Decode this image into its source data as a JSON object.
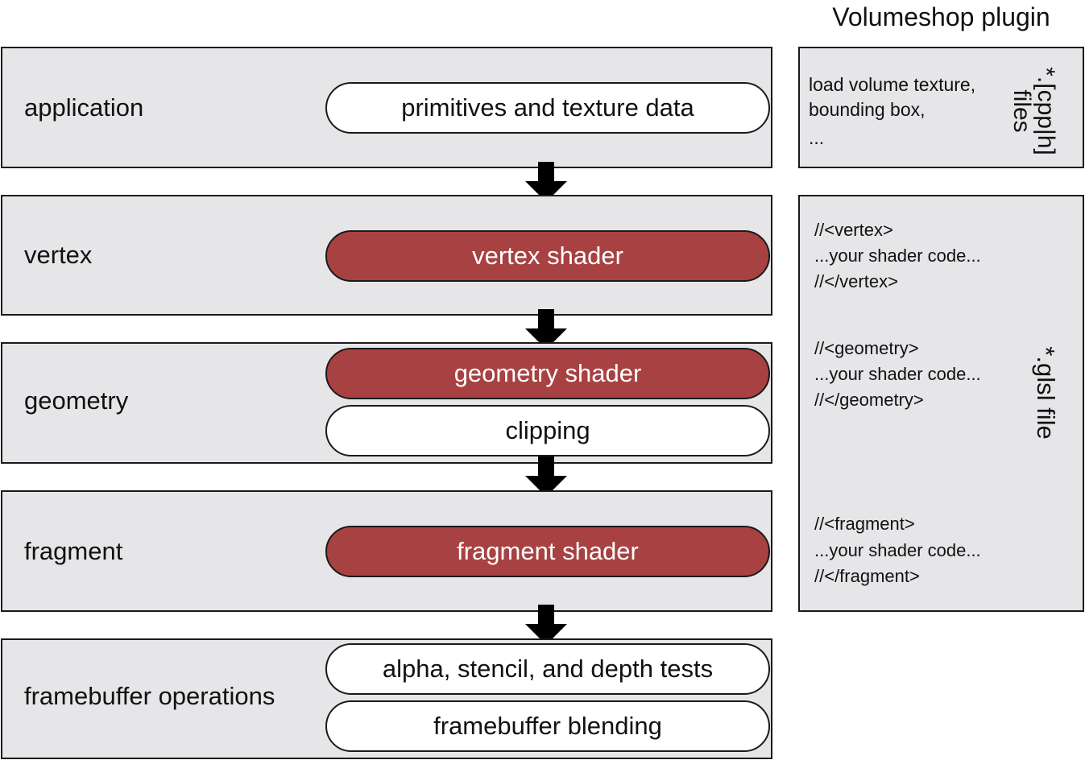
{
  "header": {
    "title": "Volumeshop plugin"
  },
  "stages": [
    {
      "label": "application",
      "units": [
        {
          "text": "primitives and texture data",
          "type": "fixed"
        }
      ]
    },
    {
      "label": "vertex",
      "units": [
        {
          "text": "vertex shader",
          "type": "programmable"
        }
      ]
    },
    {
      "label": "geometry",
      "units": [
        {
          "text": "geometry shader",
          "type": "programmable"
        },
        {
          "text": "clipping",
          "type": "fixed"
        }
      ]
    },
    {
      "label": "fragment",
      "units": [
        {
          "text": "fragment shader",
          "type": "programmable"
        }
      ]
    },
    {
      "label": "framebuffer operations",
      "units": [
        {
          "text": "alpha, stencil, and depth tests",
          "type": "fixed"
        },
        {
          "text": "framebuffer blending",
          "type": "fixed"
        }
      ]
    }
  ],
  "plugin": {
    "cpp_box": {
      "file_label": "*.[cpp|h] files",
      "lines": [
        "load volume texture,",
        "bounding box,",
        "..."
      ]
    },
    "glsl_box": {
      "file_label": "*.glsl file",
      "vertex_lines": [
        "//<vertex>",
        "...your shader code...",
        "//</vertex>"
      ],
      "geometry_lines": [
        "//<geometry>",
        "...your shader code...",
        "//</geometry>"
      ],
      "fragment_lines": [
        "//<fragment>",
        "...your shader code...",
        "//</fragment>"
      ]
    }
  },
  "colors": {
    "stage_bg": "#e6e6e9",
    "shader_fill": "#a84142",
    "fixed_fill": "#ffffff",
    "arrow": "#000000"
  }
}
